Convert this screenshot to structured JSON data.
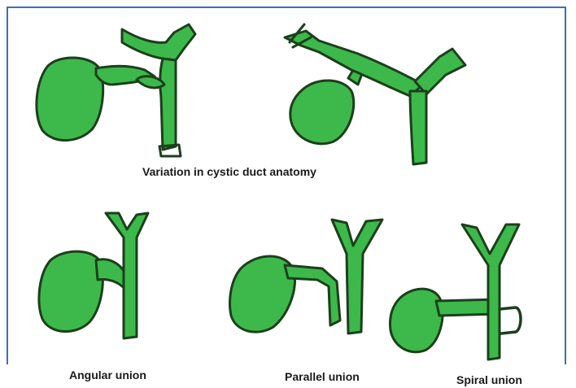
{
  "captions": {
    "main": "Variation in cystic duct anatomy",
    "angular": "Angular union",
    "parallel": "Parallel union",
    "spiral": "Spiral union"
  },
  "colors": {
    "organ_fill": "#3cb94a",
    "organ_outline": "#1c3f1c",
    "frame_border": "#3d6fb6"
  }
}
